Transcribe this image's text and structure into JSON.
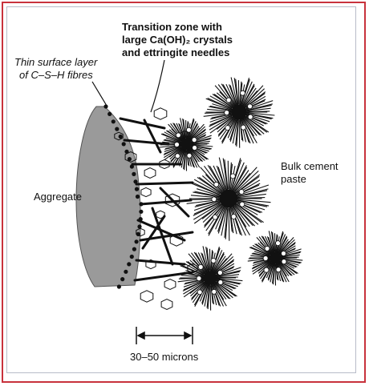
{
  "labels": {
    "transition_line1": "Transition zone with",
    "transition_line2": "large Ca(OH)₂ crystals",
    "transition_line3": "and ettringite needles",
    "thin_line1": "Thin surface layer",
    "thin_line2": "of C–S–H fibres",
    "aggregate": "Aggregate",
    "bulk_line1": "Bulk cement",
    "bulk_line2": "paste",
    "scale": "30–50 microns"
  },
  "colors": {
    "frame": "#c8323c",
    "aggregate_fill": "#9a9a9a",
    "ink": "#111111"
  }
}
